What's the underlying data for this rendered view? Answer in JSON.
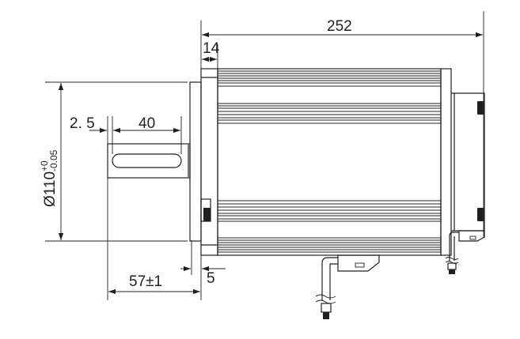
{
  "drawing": {
    "title": "Motor outline dimension drawing (side view)",
    "line_color": "#231f20",
    "background": "#ffffff"
  },
  "dimensions": {
    "overall_length": "252",
    "flange_thickness": "14",
    "key_offset": "2. 5",
    "key_length": "40",
    "diameter_symbol": "Ø110",
    "diameter_tol_upper": "+0",
    "diameter_tol_lower": "-0.05",
    "shaft_length": "57±1",
    "pilot_length": "5"
  }
}
